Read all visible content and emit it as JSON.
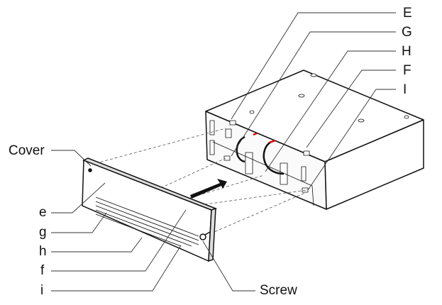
{
  "callouts": {
    "E": "E",
    "G": "G",
    "H": "H",
    "F": "F",
    "I": "I",
    "cover": "Cover",
    "e": "e",
    "g": "g",
    "h": "h",
    "f": "f",
    "i": "i",
    "screw": "Screw"
  }
}
